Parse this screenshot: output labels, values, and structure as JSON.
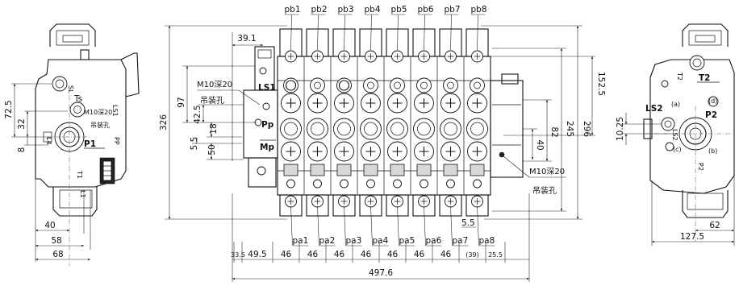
{
  "front_view": {
    "pilot_top_labels": [
      "pb1",
      "pb2",
      "pb3",
      "pb4",
      "pb5",
      "pb6",
      "pb7",
      "pb8"
    ],
    "pilot_bottom_labels": [
      "pa1",
      "pa2",
      "pa3",
      "pa4",
      "pa5",
      "pa6",
      "pa7",
      "pa8"
    ],
    "port_ls1": "LS1",
    "port_pp": "Pp",
    "port_mp": "Mp",
    "lift_hole_left_1": "M10深20",
    "lift_hole_left_2": "吊装孔",
    "lift_hole_right_1": "M10深20",
    "lift_hole_right_2": "吊装孔",
    "dims": {
      "d39_1": "39.1",
      "d97": "97",
      "d42_5": "42.5",
      "d18": "18",
      "d5_5_left": "5.5",
      "d50": "50",
      "d326": "326",
      "d152_5": "152.5",
      "d296": "296",
      "d245": "245",
      "d82": "82",
      "d40": "40",
      "d5_5_right": "5.5",
      "bottom_chain": [
        "33.5",
        "49.5",
        "46",
        "46",
        "46",
        "46",
        "46",
        "46",
        "46",
        "(39)",
        "25.5"
      ],
      "overall": "497.6"
    }
  },
  "left_view": {
    "port_ts": "Ts",
    "port_p1": "P1",
    "label_m10": "M10深20",
    "label_lift": "吊装孔",
    "port_t1": "T1",
    "port_l1": "L1",
    "dims": {
      "d72_5": "72.5",
      "d32": "32",
      "d8": "8",
      "d40": "40",
      "d58": "58",
      "d68": "68"
    }
  },
  "right_view": {
    "port_t2": "T2",
    "port_ls2": "LS2",
    "port_p2": "P2",
    "mark_a": "(a)",
    "mark_b": "(b)",
    "mark_c": "(c)",
    "mark_d": "(d)",
    "dims": {
      "d10_25": "10.25",
      "d62": "62",
      "d127_5": "127.5"
    }
  }
}
